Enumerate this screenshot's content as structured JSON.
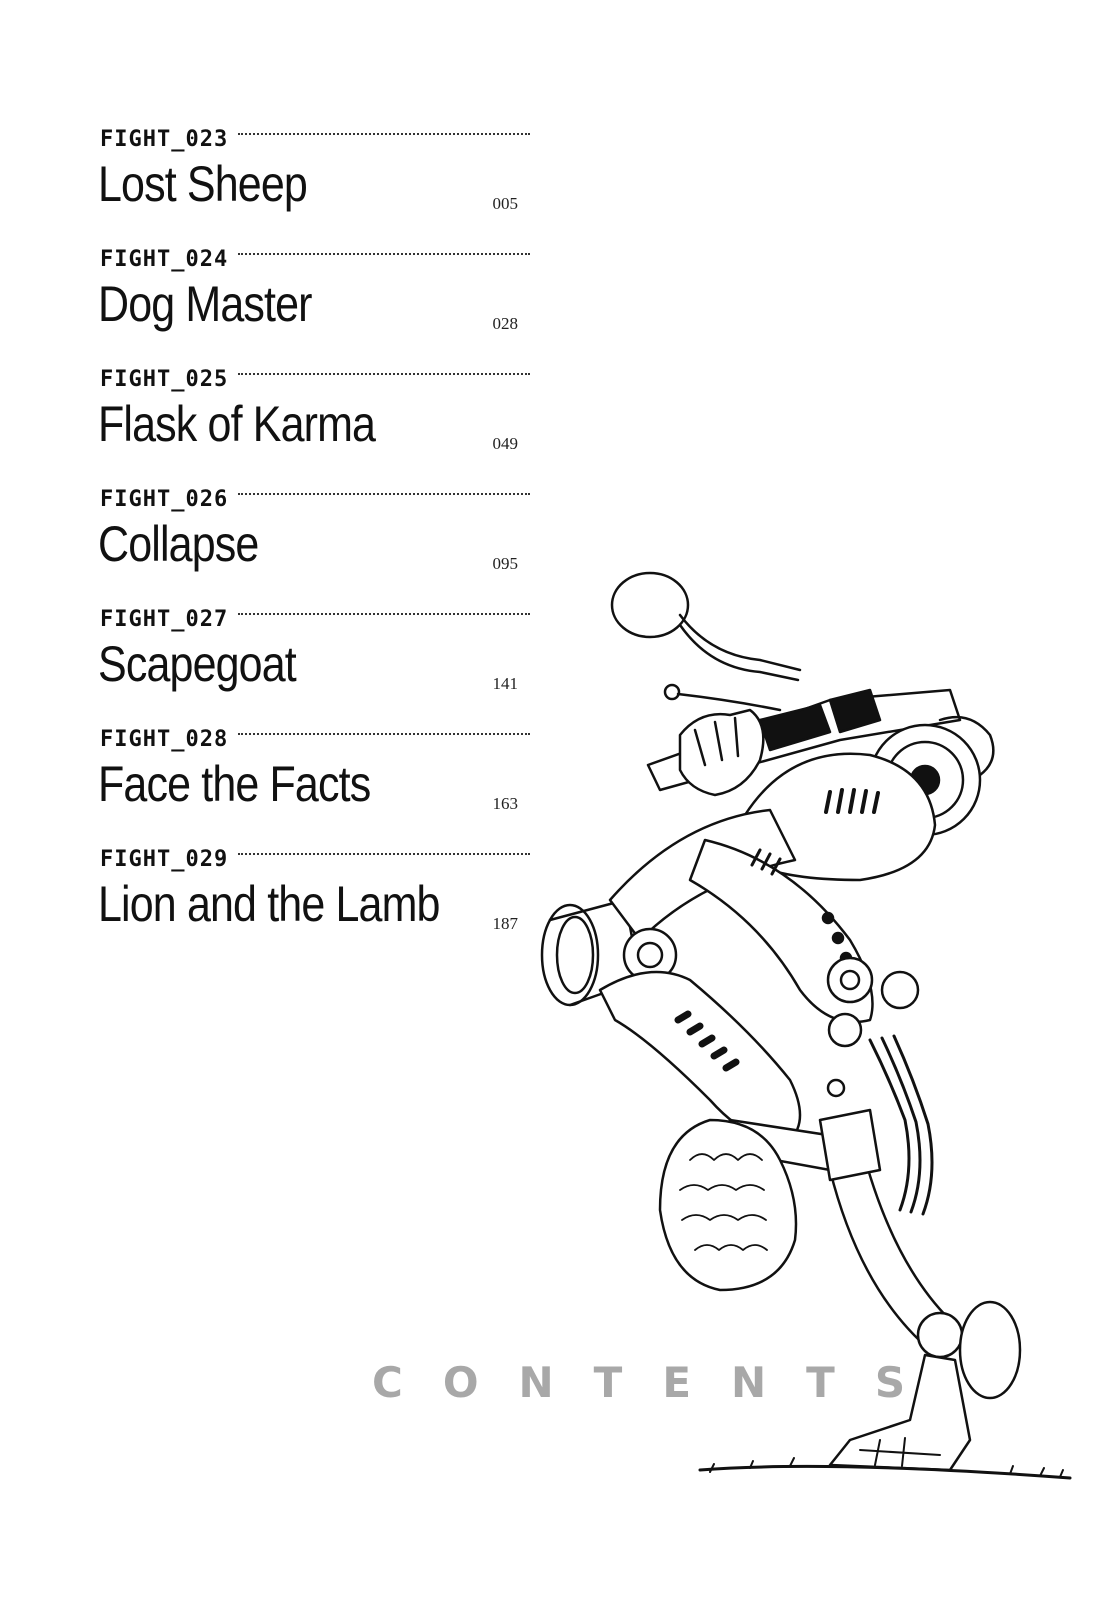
{
  "toc": {
    "entries": [
      {
        "label": "FIGHT_023",
        "title": "Lost Sheep",
        "page": "005"
      },
      {
        "label": "FIGHT_024",
        "title": "Dog Master",
        "page": "028"
      },
      {
        "label": "FIGHT_025",
        "title": "Flask of Karma",
        "page": "049"
      },
      {
        "label": "FIGHT_026",
        "title": "Collapse",
        "page": "095"
      },
      {
        "label": "FIGHT_027",
        "title": "Scapegoat",
        "page": "141"
      },
      {
        "label": "FIGHT_028",
        "title": "Face the Facts",
        "page": "163"
      },
      {
        "label": "FIGHT_029",
        "title": "Lion and the Lamb",
        "page": "187"
      }
    ]
  },
  "heading": "CONTENTS",
  "colors": {
    "ink": "#111111",
    "heading_gray": "#a8a8a8",
    "background": "#ffffff"
  },
  "illustration_icon": "robot-figure-icon"
}
